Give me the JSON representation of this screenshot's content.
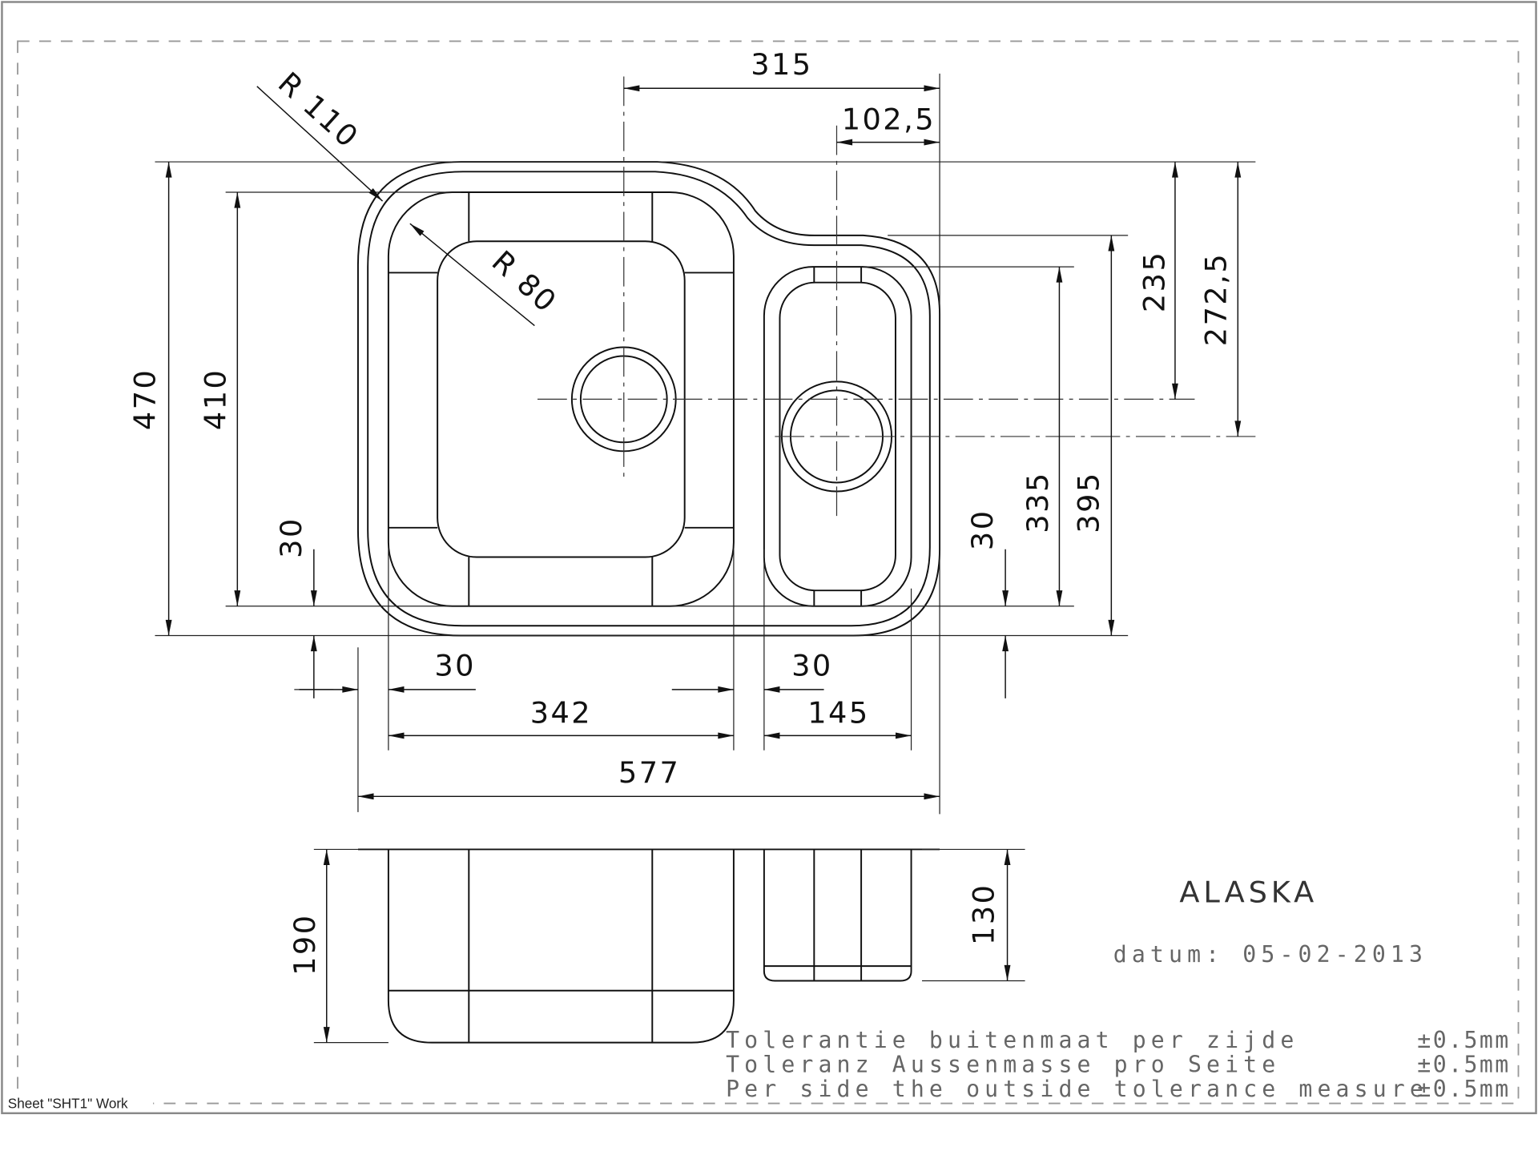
{
  "drawing": {
    "model": "ALASKA",
    "date_label": "datum: 05-02-2013",
    "sheet_label": "Sheet \"SHT1\" Work",
    "dimensions": {
      "d315": "315",
      "d102_5": "102,5",
      "r110": "R 110",
      "r80": "R 80",
      "d470": "470",
      "d410": "410",
      "d30_left": "30",
      "d235": "235",
      "d272_5": "272,5",
      "d395": "395",
      "d335": "335",
      "d30_right": "30",
      "d30_bottom_left": "30",
      "d30_bottom_right": "30",
      "d342": "342",
      "d145": "145",
      "d577": "577",
      "d190": "190",
      "d130": "130"
    },
    "tolerances": [
      {
        "text": "Tolerantie buitenmaat per zijde",
        "value": "±0.5mm"
      },
      {
        "text": "Toleranz Aussenmasse pro Seite",
        "value": "±0.5mm"
      },
      {
        "text": "Per side the outside tolerance measure",
        "value": "±0.5mm"
      }
    ]
  }
}
